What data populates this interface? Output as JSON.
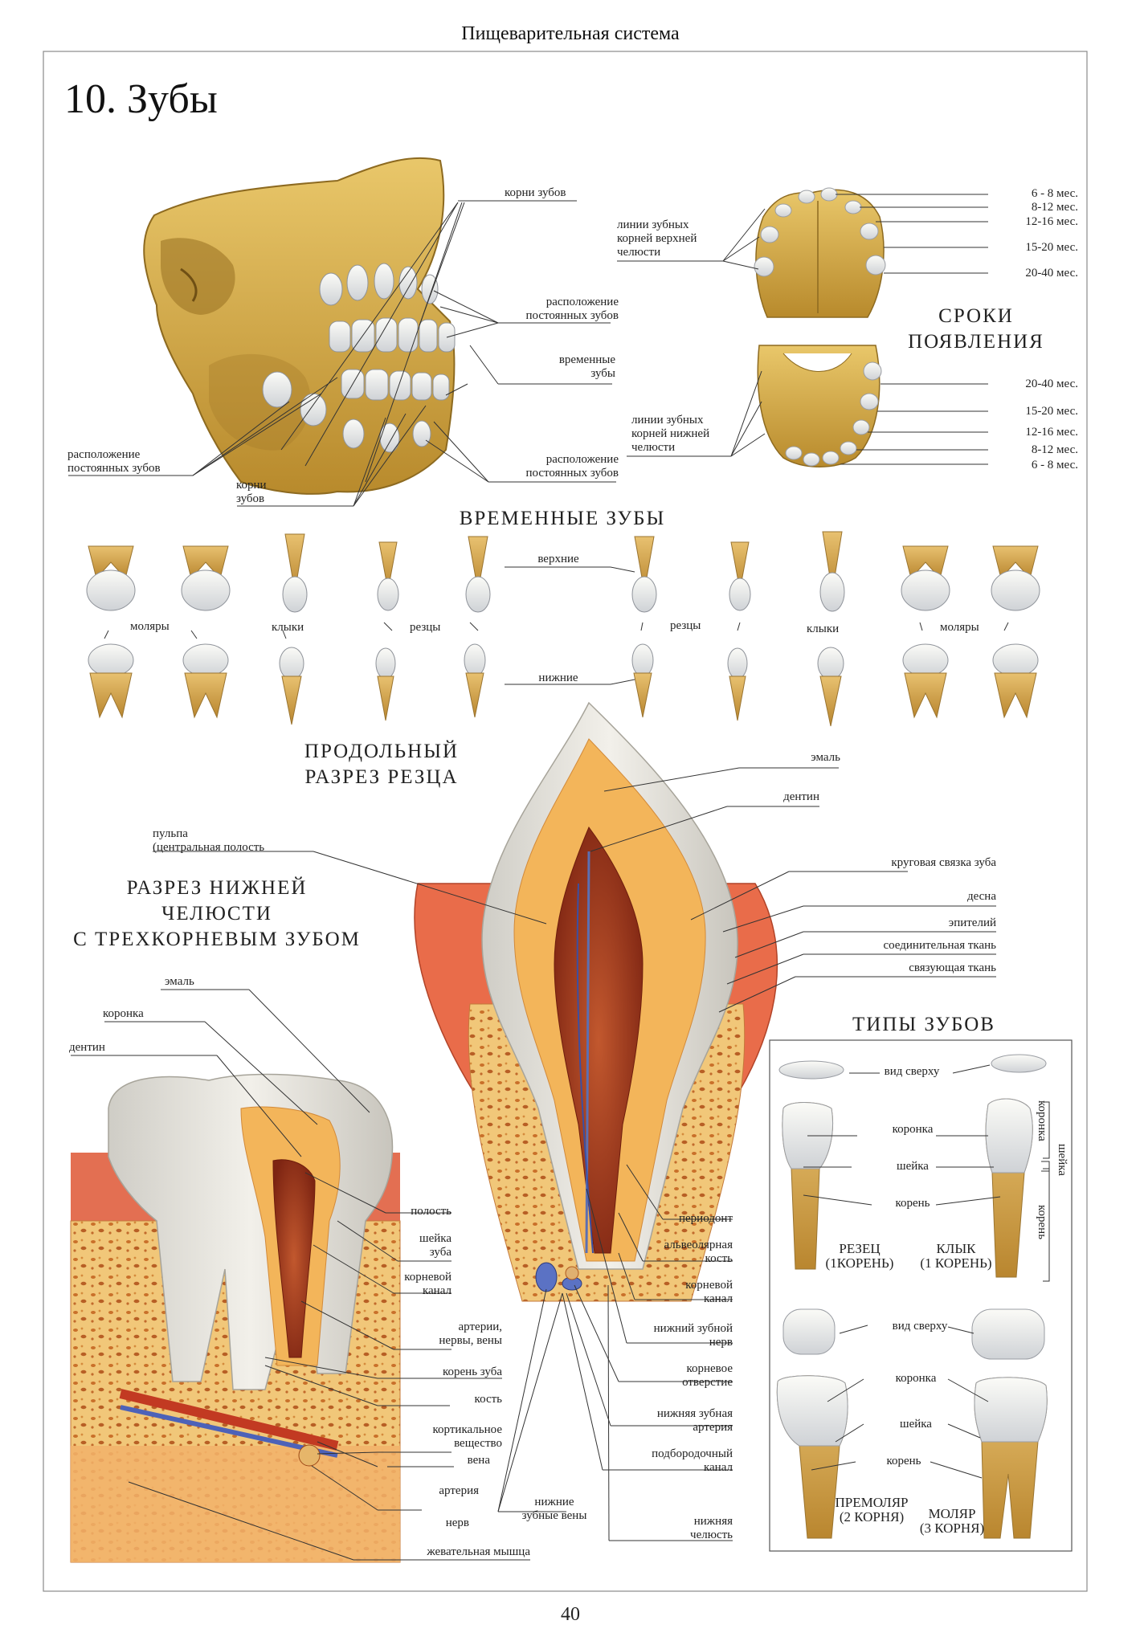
{
  "header": {
    "title": "Пищеварительная система"
  },
  "page_title": "10.  Зубы",
  "page_number": "40",
  "skull": {
    "korni_top": "корни зубов",
    "postoyannye_right": "расположение\nпостоянных зубов",
    "vremennye": "временные\nзубы",
    "postoyannye_lower_right": "расположение\nпостоянных зубов",
    "postoyannye_left": "расположение\nпостоянных зубов",
    "korni_bottom": "корни\nзубов"
  },
  "eruption": {
    "title": "СРОКИ\nПОЯВЛЕНИЯ",
    "upper_label": "линии зубных\nкорней верхней\nчелюсти",
    "lower_label": "линии зубных\nкорней нижней\nчелюсти",
    "upper_times": [
      "6 - 8 мес.",
      "8-12 мес.",
      "12-16 мес.",
      "15-20 мес.",
      "20-40 мес."
    ],
    "lower_times": [
      "20-40 мес.",
      "15-20 мес.",
      "12-16 мес.",
      "8-12 мес.",
      "6 - 8 мес."
    ]
  },
  "temporary": {
    "title": "ВРЕМЕННЫЕ ЗУБЫ",
    "upper": "верхние",
    "lower": "нижние",
    "molars_left": "моляры",
    "canines_left": "клыки",
    "incisors_left": "резцы",
    "incisors_right": "резцы",
    "canines_right": "клыки",
    "molars_right": "моляры"
  },
  "incisor_section": {
    "title": "ПРОДОЛЬНЫЙ\nРАЗРЕЗ РЕЗЦА",
    "pulp": "пульпа\n(центральная полость",
    "labels_right": [
      "эмаль",
      "дентин",
      "круговая связка зуба",
      "десна",
      "эпителий",
      "соединительная ткань",
      "связующая ткань"
    ],
    "labels_lower": [
      "периодонт",
      "альвеолярная\nкость",
      "корневой\nканал",
      "нижний зубной\nнерв",
      "корневое\nотверстие",
      "нижняя зубная\nартерия",
      "подбородочный\nканал",
      "нижняя\nчелюсть"
    ],
    "lower_veins": "нижние\nзубные вены"
  },
  "jaw_section": {
    "title": "РАЗРЕЗ НИЖНЕЙ\nЧЕЛЮСТИ\nС ТРЕХКОРНЕВЫМ ЗУБОМ",
    "emal": "эмаль",
    "koronka": "коронка",
    "dentin": "дентин",
    "labels_right": [
      "полость",
      "шейка\nзуба",
      "корневой\nканал",
      "артерии,\nнервы, вены",
      "корень зуба",
      "кость",
      "кортикальное\nвещество",
      "вена",
      "артерия",
      "нерв",
      "жевательная мышца"
    ]
  },
  "types": {
    "title": "ТИПЫ ЗУБОВ",
    "top_view": "вид сверху",
    "crown": "коронка",
    "neck": "шейка",
    "root": "корень",
    "incisor": "РЕЗЕЦ\n(1КОРЕНЬ)",
    "canine": "КЛЫК\n(1 КОРЕНЬ)",
    "side_crown": "коронка",
    "side_neck": "шейка",
    "side_root": "корень",
    "top_view2": "вид сверху",
    "crown2": "коронка",
    "neck2": "шейка",
    "root2": "корень",
    "premolar": "ПРЕМОЛЯР\n(2 КОРНЯ)",
    "molar": "МОЛЯР\n(3 КОРНЯ)"
  }
}
